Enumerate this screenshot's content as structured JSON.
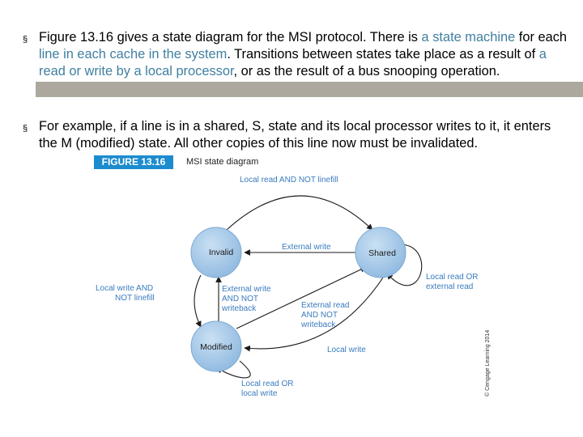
{
  "bullets": [
    {
      "marker": "§",
      "parts": [
        {
          "text": "Figure 13.16 gives a state diagram for the MSI protocol. There is ",
          "style": "plain"
        },
        {
          "text": "a state machine",
          "style": "hl"
        },
        {
          "text": " for each ",
          "style": "plain"
        },
        {
          "text": "line in each cache in the system",
          "style": "hl"
        },
        {
          "text": ". Transitions between states take place as a result of ",
          "style": "plain"
        },
        {
          "text": "a read or write by a local processor",
          "style": "hl"
        },
        {
          "text": ", or as the result of a bus snooping operation.",
          "style": "plain"
        }
      ]
    },
    {
      "marker": "§",
      "parts": [
        {
          "text": "For example, if a line is in a shared, S, state and its local processor writes to it, it enters the M (modified) state. All other copies of this line now must be invalidated.",
          "style": "plain"
        }
      ]
    }
  ],
  "figure": {
    "label": "FIGURE 13.16",
    "title": "MSI state diagram",
    "credit": "© Cengage Learning 2014",
    "states": {
      "invalid": "Invalid",
      "shared": "Shared",
      "modified": "Modified"
    },
    "transitions": {
      "invalid_to_shared": "Local read AND NOT linefill",
      "shared_to_invalid": "External write",
      "shared_self": [
        "Local read OR",
        "external read"
      ],
      "invalid_to_modified": [
        "Local write AND",
        "NOT linefill"
      ],
      "modified_to_invalid": [
        "External write",
        "AND NOT",
        "writeback"
      ],
      "modified_to_shared": [
        "External read",
        "AND NOT",
        "writeback"
      ],
      "shared_to_modified": "Local write",
      "modified_self": [
        "Local read OR",
        "local write"
      ]
    }
  },
  "colors": {
    "highlight_text": "#3f7fa0",
    "highlight_bar": "#ada89d",
    "figure_label_bg": "#1d8ccf",
    "transition_label": "#3a7bbf",
    "state_fill": "#a9cbe9"
  }
}
